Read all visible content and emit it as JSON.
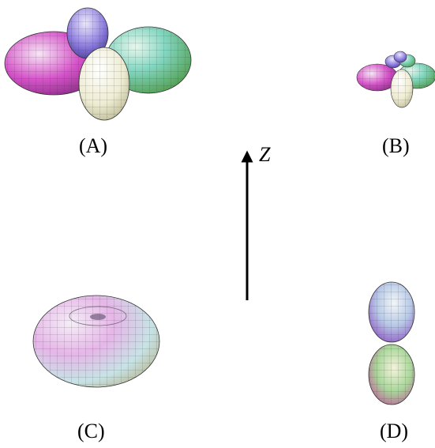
{
  "panels": {
    "a": {
      "label": "(A)"
    },
    "b": {
      "label": "(B)"
    },
    "c": {
      "label": "(C)"
    },
    "d": {
      "label": "(D)"
    }
  },
  "axis": {
    "label": "Z"
  },
  "colors": {
    "magenta": "#d553c9",
    "green": "#7ccf8f",
    "cyan": "#7fd6d0",
    "violet": "#8f7ee0",
    "ivory": "#f2f0dc",
    "mesh": "#333333"
  },
  "icons": [
    "orbital-surface-a",
    "orbital-surface-b",
    "orbital-surface-c",
    "orbital-surface-d",
    "z-axis-arrow"
  ]
}
